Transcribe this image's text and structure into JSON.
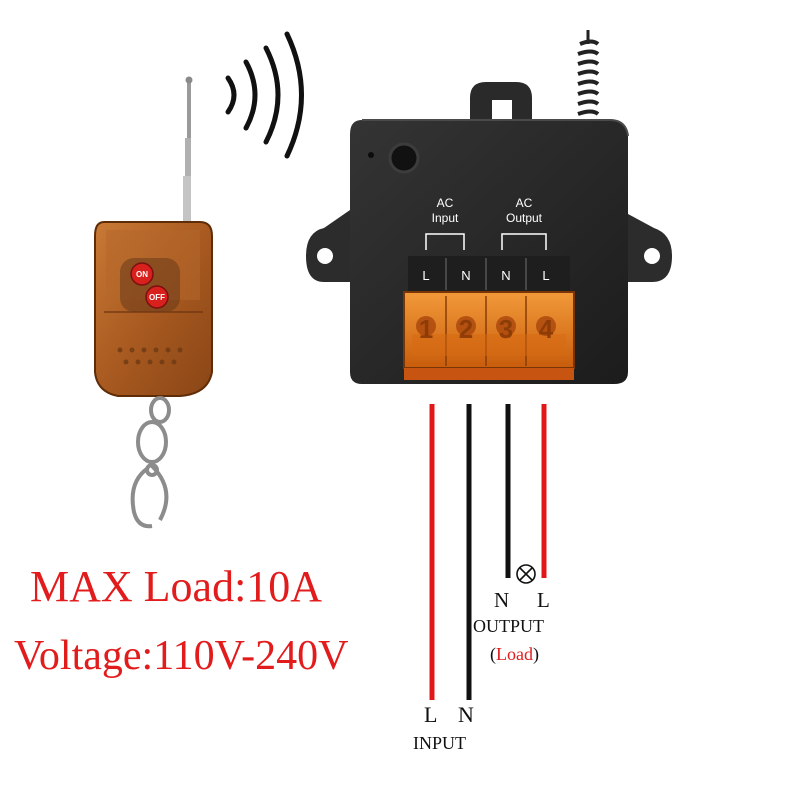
{
  "specs": {
    "max_load": "MAX Load:10A",
    "voltage": "Voltage:110V-240V"
  },
  "relay": {
    "group_input_line1": "AC",
    "group_input_line2": "Input",
    "group_output_line1": "AC",
    "group_output_line2": "Output",
    "terminals": [
      "L",
      "N",
      "N",
      "L"
    ],
    "terminal_numbers": [
      "1",
      "2",
      "3",
      "4"
    ]
  },
  "remote": {
    "button_on": "ON",
    "button_off": "OFF"
  },
  "wiring": {
    "output_n": "N",
    "output_l": "L",
    "output_caption": "OUTPUT",
    "load_open": "(",
    "load_caption": "Load",
    "load_close": ")",
    "input_l": "L",
    "input_n": "N",
    "input_caption": "INPUT"
  },
  "colors": {
    "live_wire": "#e01818",
    "neutral_wire": "#111111",
    "relay_body": "#262626",
    "terminal_block": "#e0780e",
    "remote_body": "#b25e1e",
    "text_red": "#e21c1c"
  }
}
